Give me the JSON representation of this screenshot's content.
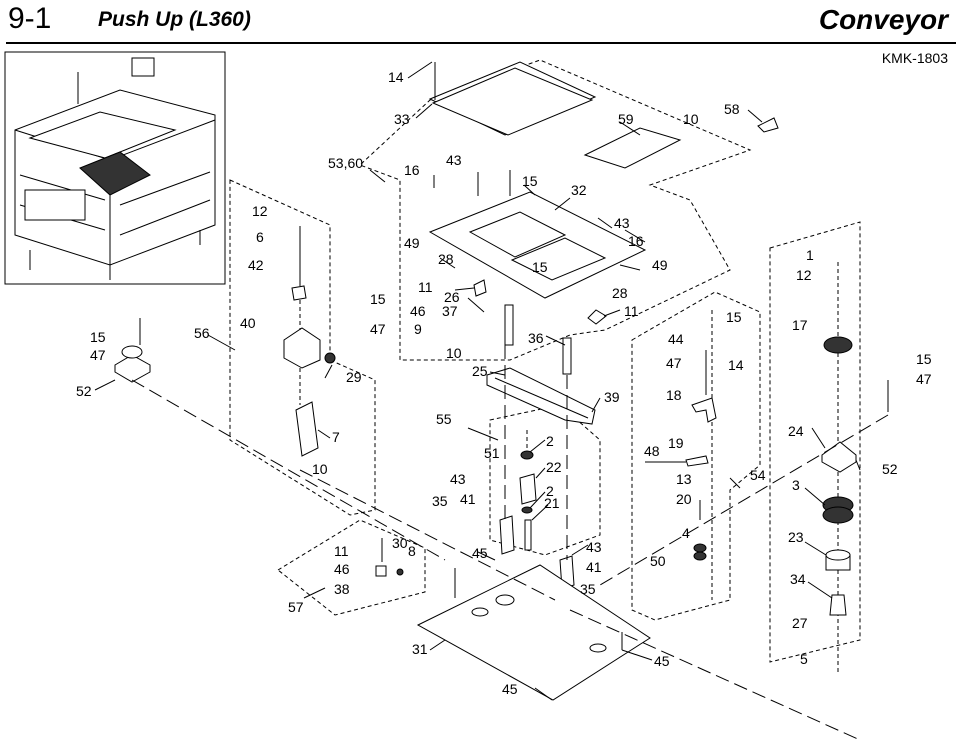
{
  "header": {
    "section": "9-1",
    "title": "Push Up (L360)",
    "category": "Conveyor",
    "drawing_code": "KMK-1803"
  },
  "callouts": [
    {
      "id": "c14a",
      "text": "14"
    },
    {
      "id": "c33",
      "text": "33"
    },
    {
      "id": "c58",
      "text": "58"
    },
    {
      "id": "c59",
      "text": "59"
    },
    {
      "id": "c10a",
      "text": "10"
    },
    {
      "id": "c5360",
      "text": "53,60"
    },
    {
      "id": "c43a",
      "text": "43"
    },
    {
      "id": "c16a",
      "text": "16"
    },
    {
      "id": "c15a",
      "text": "15"
    },
    {
      "id": "c32",
      "text": "32"
    },
    {
      "id": "c43b",
      "text": "43"
    },
    {
      "id": "c16b",
      "text": "16"
    },
    {
      "id": "c49a",
      "text": "49"
    },
    {
      "id": "c28a",
      "text": "28"
    },
    {
      "id": "c15b",
      "text": "15"
    },
    {
      "id": "c49b",
      "text": "49"
    },
    {
      "id": "c11a",
      "text": "11"
    },
    {
      "id": "c28b",
      "text": "28"
    },
    {
      "id": "c26",
      "text": "26"
    },
    {
      "id": "c46a",
      "text": "46"
    },
    {
      "id": "c37",
      "text": "37"
    },
    {
      "id": "c11b",
      "text": "11"
    },
    {
      "id": "c9",
      "text": "9"
    },
    {
      "id": "c10b",
      "text": "10"
    },
    {
      "id": "c36",
      "text": "36"
    },
    {
      "id": "c12a",
      "text": "12"
    },
    {
      "id": "c6",
      "text": "6"
    },
    {
      "id": "c42",
      "text": "42"
    },
    {
      "id": "c15c",
      "text": "15"
    },
    {
      "id": "c47a",
      "text": "47"
    },
    {
      "id": "c40",
      "text": "40"
    },
    {
      "id": "c56",
      "text": "56"
    },
    {
      "id": "c29",
      "text": "29"
    },
    {
      "id": "c7",
      "text": "7"
    },
    {
      "id": "c10c",
      "text": "10"
    },
    {
      "id": "c15d",
      "text": "15"
    },
    {
      "id": "c47b",
      "text": "47"
    },
    {
      "id": "c52a",
      "text": "52"
    },
    {
      "id": "c25",
      "text": "25"
    },
    {
      "id": "c39",
      "text": "39"
    },
    {
      "id": "c55",
      "text": "55"
    },
    {
      "id": "c51",
      "text": "51"
    },
    {
      "id": "c2a",
      "text": "2"
    },
    {
      "id": "c22",
      "text": "22"
    },
    {
      "id": "c2b",
      "text": "2"
    },
    {
      "id": "c43c",
      "text": "43"
    },
    {
      "id": "c41a",
      "text": "41"
    },
    {
      "id": "c35a",
      "text": "35"
    },
    {
      "id": "c21",
      "text": "21"
    },
    {
      "id": "c43d",
      "text": "43"
    },
    {
      "id": "c41b",
      "text": "41"
    },
    {
      "id": "c45a",
      "text": "45"
    },
    {
      "id": "c35b",
      "text": "35"
    },
    {
      "id": "c11c",
      "text": "11"
    },
    {
      "id": "c30",
      "text": "30"
    },
    {
      "id": "c8",
      "text": "8"
    },
    {
      "id": "c46b",
      "text": "46"
    },
    {
      "id": "c38",
      "text": "38"
    },
    {
      "id": "c57",
      "text": "57"
    },
    {
      "id": "c31",
      "text": "31"
    },
    {
      "id": "c45b",
      "text": "45"
    },
    {
      "id": "c45c",
      "text": "45"
    },
    {
      "id": "c44",
      "text": "44"
    },
    {
      "id": "c15e",
      "text": "15"
    },
    {
      "id": "c47c",
      "text": "47"
    },
    {
      "id": "c14b",
      "text": "14"
    },
    {
      "id": "c18",
      "text": "18"
    },
    {
      "id": "c19",
      "text": "19"
    },
    {
      "id": "c48",
      "text": "48"
    },
    {
      "id": "c13",
      "text": "13"
    },
    {
      "id": "c54",
      "text": "54"
    },
    {
      "id": "c20",
      "text": "20"
    },
    {
      "id": "c4",
      "text": "4"
    },
    {
      "id": "c50",
      "text": "50"
    },
    {
      "id": "c1",
      "text": "1"
    },
    {
      "id": "c12b",
      "text": "12"
    },
    {
      "id": "c17",
      "text": "17"
    },
    {
      "id": "c15f",
      "text": "15"
    },
    {
      "id": "c47d",
      "text": "47"
    },
    {
      "id": "c24",
      "text": "24"
    },
    {
      "id": "c52b",
      "text": "52"
    },
    {
      "id": "c3",
      "text": "3"
    },
    {
      "id": "c23",
      "text": "23"
    },
    {
      "id": "c34",
      "text": "34"
    },
    {
      "id": "c27",
      "text": "27"
    },
    {
      "id": "c5",
      "text": "5"
    }
  ]
}
